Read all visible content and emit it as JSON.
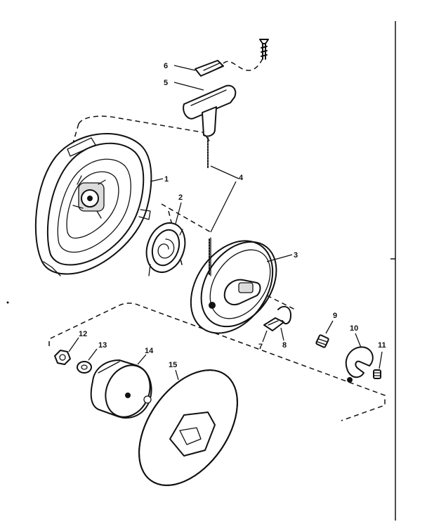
{
  "callouts": {
    "n1": "1",
    "n2": "2",
    "n3": "3",
    "n4": "4",
    "n5": "5",
    "n6": "6",
    "n7": "7",
    "n8": "8",
    "n9": "9",
    "n10": "10",
    "n11": "11",
    "n12": "12",
    "n13": "13",
    "n14": "14",
    "n15": "15"
  },
  "colors": {
    "ink": "#111111",
    "paper": "#ffffff"
  }
}
